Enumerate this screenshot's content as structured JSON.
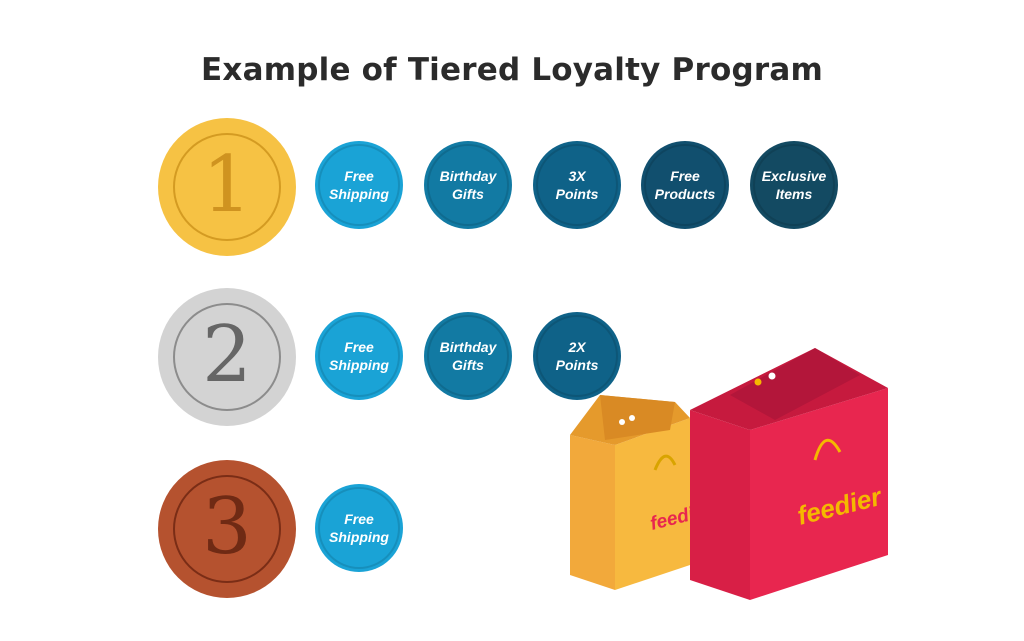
{
  "title": "Example of Tiered Loyalty Program",
  "tiers": [
    {
      "number": "1",
      "perks": [
        {
          "line1": "Free",
          "line2": "Shipping"
        },
        {
          "line1": "Birthday",
          "line2": "Gifts"
        },
        {
          "line1": "3X",
          "line2": "Points"
        },
        {
          "line1": "Free",
          "line2": "Products"
        },
        {
          "line1": "Exclusive",
          "line2": "Items"
        }
      ]
    },
    {
      "number": "2",
      "perks": [
        {
          "line1": "Free",
          "line2": "Shipping"
        },
        {
          "line1": "Birthday",
          "line2": "Gifts"
        },
        {
          "line1": "2X",
          "line2": "Points"
        }
      ]
    },
    {
      "number": "3",
      "perks": [
        {
          "line1": "Free",
          "line2": "Shipping"
        }
      ]
    }
  ],
  "bags": {
    "brand": "feedier",
    "colors": {
      "orange": "#f2a93b",
      "red": "#e8264f",
      "handle": "#f5b800"
    }
  }
}
